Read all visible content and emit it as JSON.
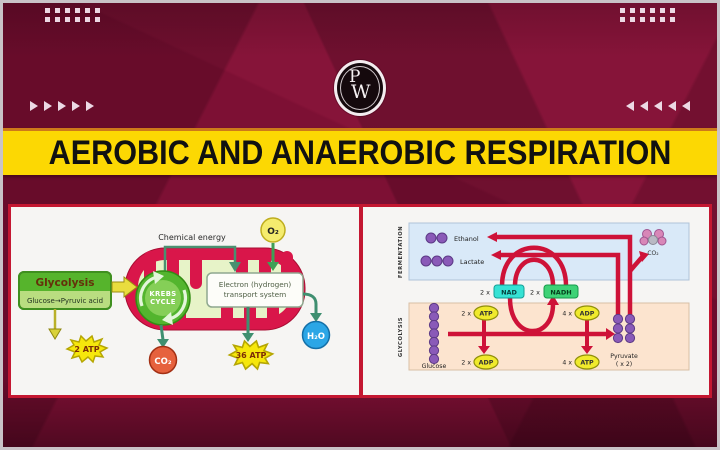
{
  "colors": {
    "background_maroon": "#7d1034",
    "banner_yellow": "#fcd803",
    "banner_accent_orange": "#cd7a1a",
    "panel_border_red": "#c41731",
    "flow_arrow_crimson": "#ce1238",
    "mitochondrion_red": "#d9164a",
    "mitochondrion_matrix_green": "#e7f3c8",
    "krebs_green": "#53b52e",
    "atp_star_yellow": "#f6e70c",
    "co2_orange": "#e6613d",
    "h2o_blue": "#2ba6e6",
    "o2_yellow": "#f5ec6e",
    "nad_cyan": "#36e2d4",
    "nadh_green": "#3ed276",
    "molecule_purple": "#8a5ab8",
    "fermentation_box_blue": "#d9e9f8",
    "glycolysis_box_peach": "#fce4cf"
  },
  "logo": {
    "letter_p": "P",
    "letter_w": "W"
  },
  "banner": {
    "title": "AEROBIC AND ANAEROBIC RESPIRATION"
  },
  "aerobic": {
    "chemical_energy": "Chemical energy",
    "o2": "O₂",
    "glycolysis_title": "Glycolysis",
    "glycolysis_reaction": "Glucose→Pyruvic acid",
    "atp_glycolysis": "2 ATP",
    "krebs_line1": "KREBS",
    "krebs_line2": "CYCLE",
    "ets_line1": "Electron (hydrogen)",
    "ets_line2": "transport system",
    "co2": "CO₂",
    "atp_mito": "36 ATP",
    "h2o": "H₂O"
  },
  "anaerobic": {
    "fermentation_section": "FERMENTATION",
    "glycolysis_section": "GLYCOLYSIS",
    "ethanol": "Ethanol",
    "lactate": "Lactate",
    "co2": "CO₂",
    "nad_qty": "2 x",
    "nad": "NAD",
    "nadh_qty": "2 x",
    "nadh": "NADH",
    "atp_used_qty": "2 x",
    "atp_used": "ATP",
    "adp_made_qty": "2 x",
    "adp_made": "ADP",
    "adp_used_qty": "4 x",
    "adp_used": "ADP",
    "atp_made_qty": "4 x",
    "atp_made": "ATP",
    "glucose": "Glucose",
    "pyruvate": "Pyruvate",
    "pyruvate_multiplier": "( x 2)"
  }
}
